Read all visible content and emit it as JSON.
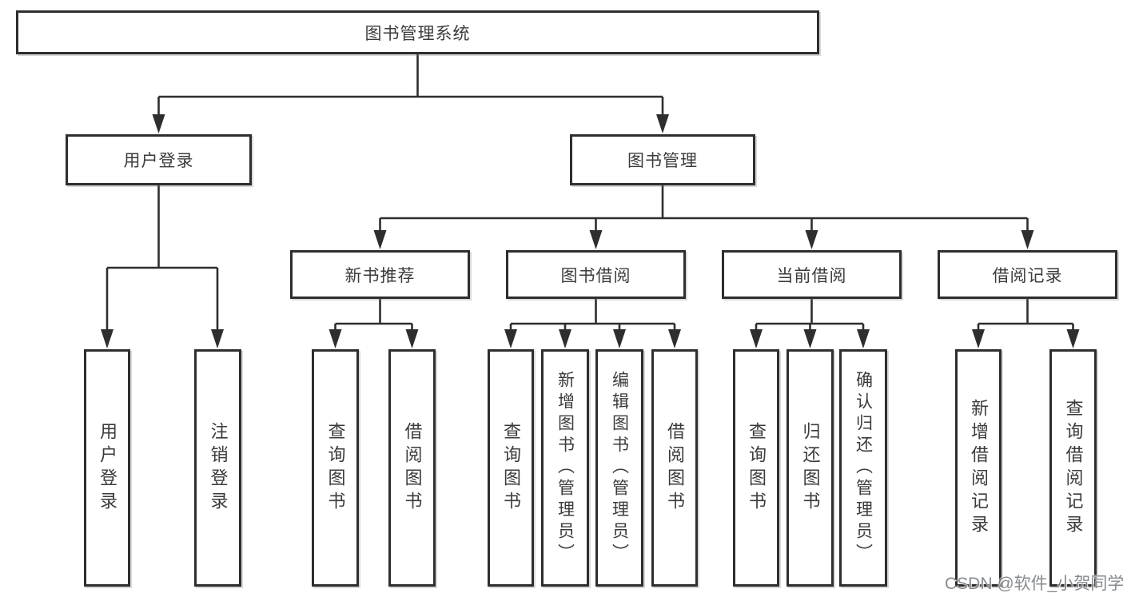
{
  "diagram": {
    "title": "图书管理系统"
  },
  "tree": {
    "root": {
      "label": "图书管理系统",
      "children": [
        {
          "label": "用户登录",
          "children": [
            {
              "label": "用户登录"
            },
            {
              "label": "注销登录"
            }
          ]
        },
        {
          "label": "图书管理",
          "children": [
            {
              "label": "新书推荐",
              "children": [
                {
                  "label": "查询图书"
                },
                {
                  "label": "借阅图书"
                }
              ]
            },
            {
              "label": "图书借阅",
              "children": [
                {
                  "label": "查询图书"
                },
                {
                  "label": "新增图书（管理员）"
                },
                {
                  "label": "编辑图书（管理员）"
                },
                {
                  "label": "借阅图书"
                }
              ]
            },
            {
              "label": "当前借阅",
              "children": [
                {
                  "label": "查询图书"
                },
                {
                  "label": "归还图书"
                },
                {
                  "label": "确认归还（管理员）"
                }
              ]
            },
            {
              "label": "借阅记录",
              "children": [
                {
                  "label": "新增借阅记录"
                },
                {
                  "label": "查询借阅记录"
                }
              ]
            }
          ]
        }
      ]
    }
  },
  "watermark": {
    "label": "CSDN @软件_小贺同学"
  },
  "colors": {
    "line": "#2e2e2e",
    "text": "#3b3b3b",
    "box_background": "#ffffff",
    "watermark_gray": "#7d8186"
  }
}
